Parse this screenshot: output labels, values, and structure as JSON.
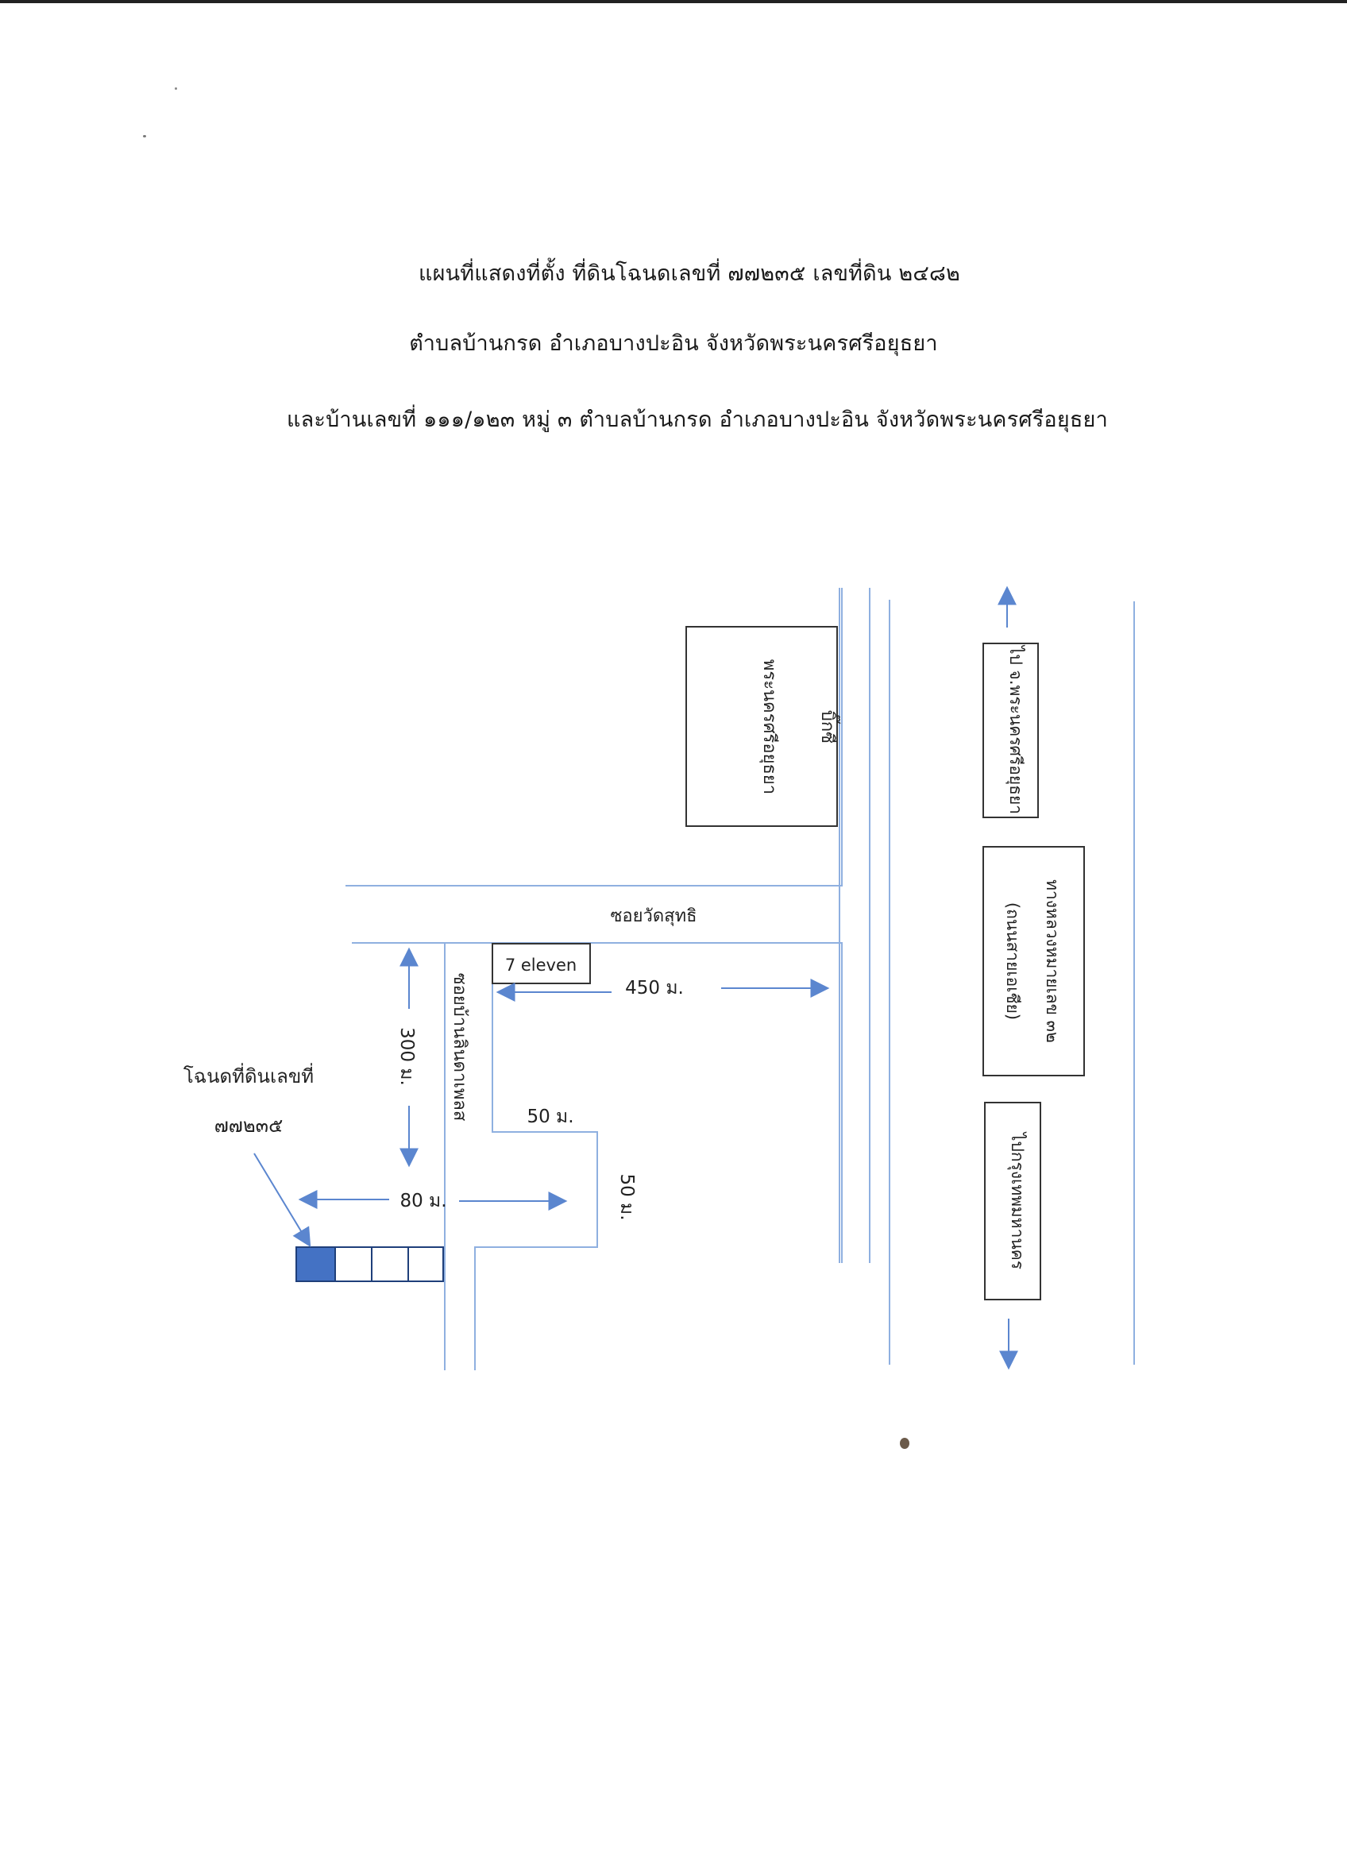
{
  "title": {
    "line1": "แผนที่แสดงที่ตั้ง ที่ดินโฉนดเลขที่ ๗๗๒๓๕ เลขที่ดิน ๒๔๘๒",
    "line2": "ตำบลบ้านกรด อำเภอบางปะอิน จังหวัดพระนครศรีอยุธยา",
    "line3": "และบ้านเลขที่ ๑๑๑/๑๒๓ หมู่ ๓ ตำบลบ้านกรด อำเภอบางปะอิน จังหวัดพระนครศรีอยุธยา"
  },
  "map": {
    "building_label_1": "บิ๊กซี",
    "building_label_2": "พระนครศรีอยุธยา",
    "soi_wat_sutthi": "ซอยวัดสุทธิ",
    "seven_eleven": "7 eleven",
    "dist_450": "450 ม.",
    "soi_ban_lin": "ซอยบ้านลินดาเพลส",
    "dist_300": "300 ม.",
    "dist_50_h": "50 ม.",
    "dist_50_v": "50 ม.",
    "dist_80": "80 ม.",
    "deed_label": "โฉนดที่ดินเลขที่",
    "deed_number": "๗๗๒๓๕",
    "to_ayutthaya": "ไป จ.พระนครศรีอยุธยา",
    "highway_line1": "ทางหลวงหมายเลข ๓๒",
    "highway_line2": "(ถนนสายเอเชีย)",
    "to_bangkok": "ไปกรุงเทพมหานคร"
  },
  "colors": {
    "road": "#8fb0e0",
    "arrow": "#5b86cf",
    "plot_fill": "#4472c4",
    "box_border": "#333333"
  }
}
